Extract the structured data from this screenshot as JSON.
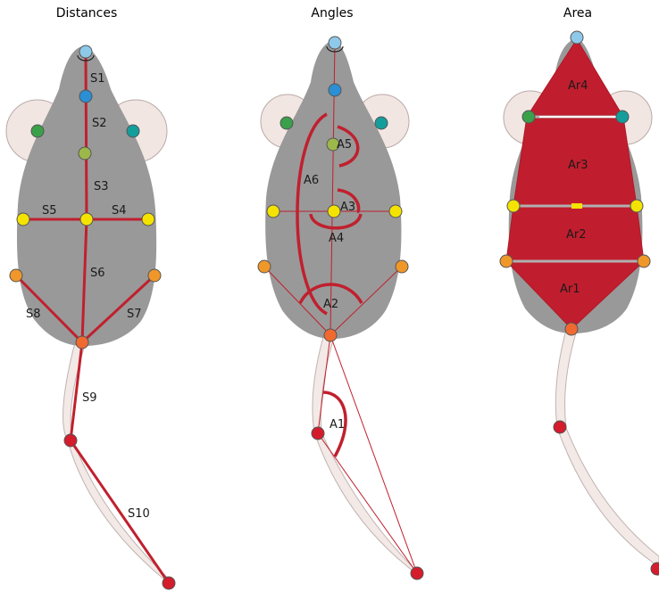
{
  "panels": {
    "distances": {
      "title": "Distances",
      "labels": [
        "S1",
        "S2",
        "S3",
        "S4",
        "S5",
        "S6",
        "S7",
        "S8",
        "S9",
        "S10"
      ]
    },
    "angles": {
      "title": "Angles",
      "labels": [
        "A1",
        "A2",
        "A3",
        "A4",
        "A5",
        "A6"
      ]
    },
    "area": {
      "title": "Area",
      "labels": [
        "Ar1",
        "Ar2",
        "Ar3",
        "Ar4"
      ]
    }
  },
  "colors": {
    "body": "#999999",
    "ear": "#f2e6e3",
    "tail_fill": "#f3e9e6",
    "measure": "#c0202e",
    "area_fill": "#c01e2e",
    "kp_nose": "#8fc9ea",
    "kp_head": "#2a8fd4",
    "kp_neck": "#9cb84a",
    "kp_center": "#f4e300",
    "kp_side": "#f4e300",
    "kp_hip": "#f0972a",
    "kp_tailbase": "#f06a30",
    "kp_tail": "#d41c2c",
    "kp_eye_left": "#3aa04a",
    "kp_eye_right": "#139e9c"
  }
}
